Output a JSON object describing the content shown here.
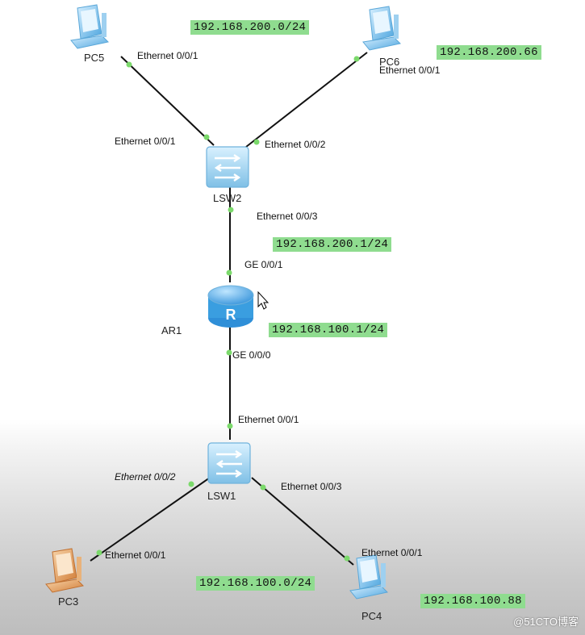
{
  "devices": {
    "pc5": "PC5",
    "pc6": "PC6",
    "lsw2": "LSW2",
    "ar1": "AR1",
    "lsw1": "LSW1",
    "pc3": "PC3",
    "pc4": "PC4"
  },
  "ports": {
    "pc5_eth": "Ethernet 0/0/1",
    "pc6_eth": "Ethernet 0/0/1",
    "lsw2_eth1": "Ethernet 0/0/1",
    "lsw2_eth2": "Ethernet 0/0/2",
    "lsw2_eth3": "Ethernet 0/0/3",
    "ar1_ge1": "GE 0/0/1",
    "ar1_ge0": "GE 0/0/0",
    "lsw1_eth1": "Ethernet 0/0/1",
    "lsw1_eth2": "Ethernet 0/0/2",
    "lsw1_eth3": "Ethernet 0/0/3",
    "pc3_eth": "Ethernet 0/0/1",
    "pc4_eth": "Ethernet 0/0/1"
  },
  "ip_labels": {
    "net_200": "192.168.200.0/24",
    "pc6_ip": "192.168.200.66",
    "gw_200": "192.168.200.1/24",
    "gw_100": "192.168.100.1/24",
    "net_100": "192.168.100.0/24",
    "pc4_ip": "192.168.100.88"
  },
  "watermark": "@51CTO博客",
  "colors": {
    "ip_highlight": "#8fdc8f",
    "link": "#111111",
    "port_dot": "#7bd96b",
    "pc_blue": "#6fb8e8",
    "pc_orange": "#e0a060",
    "switch": "#8fcbea",
    "router": "#3a9ee0"
  },
  "icons": [
    "pc-icon",
    "switch-icon",
    "router-icon",
    "mouse-cursor-icon"
  ]
}
